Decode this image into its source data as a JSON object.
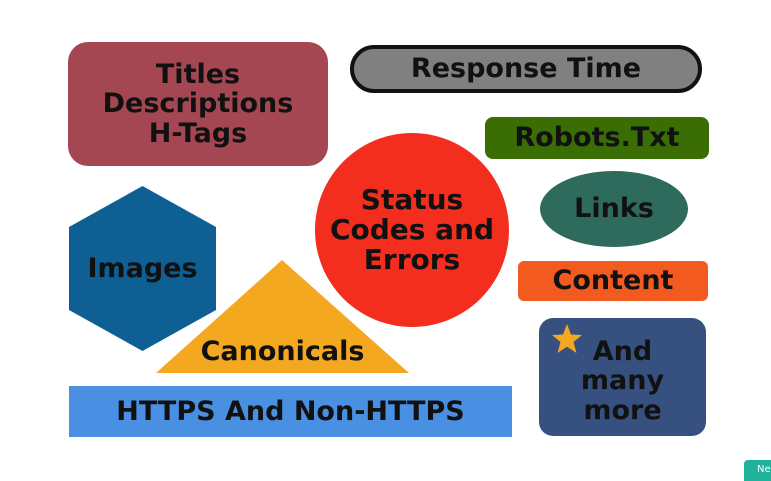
{
  "diagram": {
    "titles_box": {
      "lines": [
        "Titles",
        "Descriptions",
        "H-Tags"
      ],
      "color": "#a54752"
    },
    "response_time": {
      "label": "Response Time",
      "color": "#808080"
    },
    "robots": {
      "label": "Robots.Txt",
      "color": "#3b6d05"
    },
    "status": {
      "lines": [
        "Status",
        "Codes and",
        "Errors"
      ],
      "color": "#f32e1f"
    },
    "links": {
      "label": "Links",
      "color": "#2e6b5d"
    },
    "images": {
      "label": "Images",
      "color": "#0e5f94"
    },
    "content": {
      "label": "Content",
      "color": "#f35a1f"
    },
    "canonicals": {
      "label": "Canonicals",
      "color": "#f4a820"
    },
    "more": {
      "lines": [
        "And",
        "many",
        "more"
      ],
      "icon": "star-icon",
      "color": "#36517f"
    },
    "https": {
      "label": "HTTPS And Non-HTTPS",
      "color": "#4a90e2"
    }
  },
  "nav_chip": {
    "label": "Ne"
  }
}
